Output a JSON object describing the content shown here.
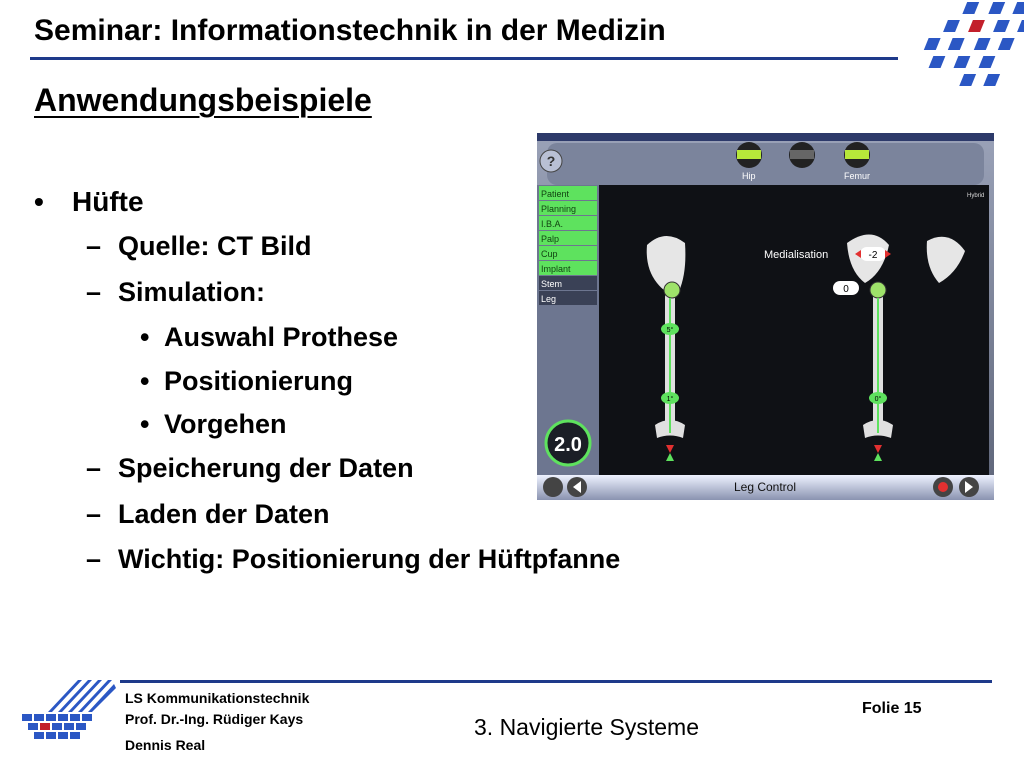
{
  "header": {
    "title": "Seminar: Informationstechnik in der Medizin"
  },
  "slide": {
    "title": "Anwendungsbeispiele",
    "bullets": [
      {
        "marker": "•",
        "text": "Hüfte"
      },
      {
        "marker": "–",
        "text": "Quelle: CT Bild"
      },
      {
        "marker": "–",
        "text": "Simulation:"
      },
      {
        "marker": "•",
        "text": "Auswahl Prothese"
      },
      {
        "marker": "•",
        "text": "Positionierung"
      },
      {
        "marker": "•",
        "text": "Vorgehen"
      },
      {
        "marker": "–",
        "text": "Speicherung der Daten"
      },
      {
        "marker": "–",
        "text": "Laden der Daten"
      },
      {
        "marker": "–",
        "text": "Wichtig: Positionierung der Hüftpfanne"
      }
    ]
  },
  "software_ui": {
    "top_labels": [
      "Hip",
      "Femur"
    ],
    "menu_items": [
      "Patient",
      "Planning",
      "I.B.A.",
      "Palp",
      "Cup",
      "Implant",
      "Stem",
      "Leg"
    ],
    "corner_label": "Hybrid",
    "medialisation_label": "Medialisation",
    "medialisation_value": "-2",
    "offset_value": "0",
    "left_angle_top": "5°",
    "left_angle_bottom": "1°",
    "right_angle_bottom": "0°",
    "gauge_value": "2.0",
    "bottom_label": "Leg Control",
    "help_symbol": "?"
  },
  "footer": {
    "org_line1": "LS Kommunikationstechnik",
    "org_line2": "Prof. Dr.-Ing. Rüdiger Kays",
    "author": "Dennis Real",
    "chapter": "3. Navigierte Systeme",
    "slide_number": "Folie 15"
  }
}
